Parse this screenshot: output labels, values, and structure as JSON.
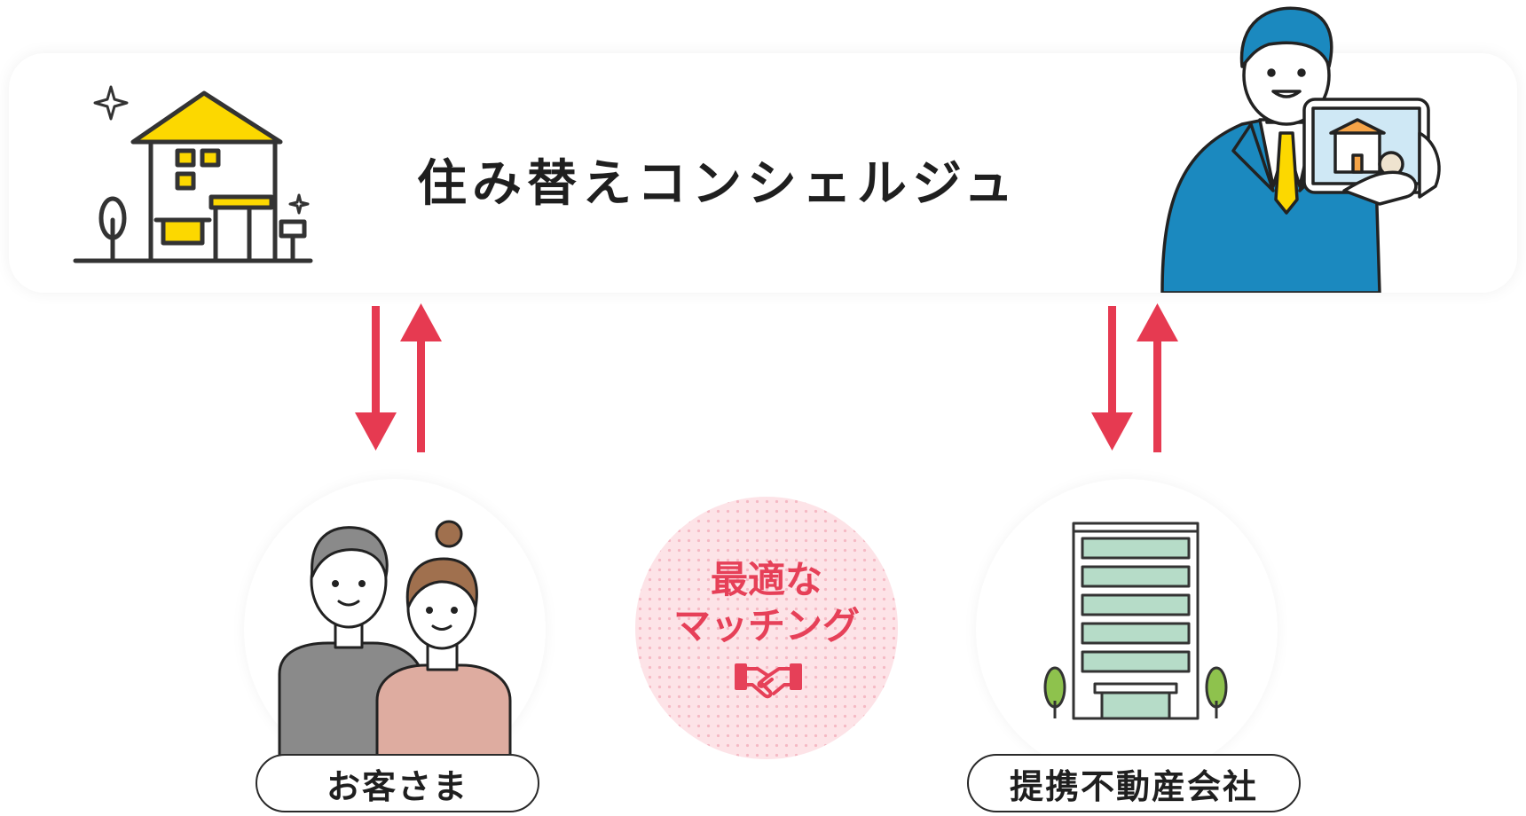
{
  "header": {
    "title": "住み替えコンシェルジュ"
  },
  "center": {
    "line1": "最適な",
    "line2": "マッチング",
    "icon": "handshake-icon"
  },
  "left_node": {
    "label": "お客さま",
    "icon": "couple-illustration"
  },
  "right_node": {
    "label": "提携不動産会社",
    "icon": "office-building-illustration"
  },
  "top_left_icon": "house-icon",
  "top_right_icon": "concierge-agent-illustration",
  "colors": {
    "arrow": "#e63a51",
    "accent_yellow": "#fcd800",
    "suit_blue": "#1b89bf",
    "text": "#1f1f1f"
  }
}
